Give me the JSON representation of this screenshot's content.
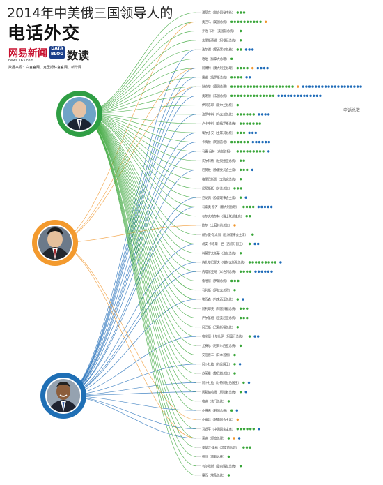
{
  "title": {
    "top": "2014年中美俄三国领导人的",
    "main": "电话外交"
  },
  "branding": {
    "logo": "网易新闻",
    "url": "news.163.com",
    "source": "数据来源：白宫官网、克里姆林宫官网、新华网",
    "badge_line1": "DATA",
    "badge_line2": "BLOG",
    "label": "数读"
  },
  "legend": {
    "label": "电话总数"
  },
  "colors": {
    "putin": "#3aa63a",
    "xi": "#f0962d",
    "obama": "#1e6bb8",
    "putin_ring": "#2f9e44",
    "xi_ring": "#f39a2e",
    "obama_ring": "#1f6fb5"
  },
  "callers": [
    {
      "id": "putin",
      "name": "普京",
      "color": "#3aa63a"
    },
    {
      "id": "xi",
      "name": "习近平",
      "color": "#f0962d"
    },
    {
      "id": "obama",
      "name": "奥巴马",
      "color": "#1e6bb8"
    }
  ],
  "leaders": [
    {
      "name": "潘基文（联合国秘书长）",
      "putin": 3,
      "xi": 0,
      "obama": 0
    },
    {
      "name": "奥巴马（美国总统）",
      "putin": 10,
      "xi": 1,
      "obama": 0
    },
    {
      "name": "乔治·布什（美国前总统）",
      "putin": 1,
      "xi": 0,
      "obama": 0
    },
    {
      "name": "克里斯蒂娜（阿根廷总统）",
      "putin": 1,
      "xi": 0,
      "obama": 0
    },
    {
      "name": "法尔谢（塞西塞尔总统）",
      "putin": 2,
      "xi": 0,
      "obama": 3
    },
    {
      "name": "哈珀（加拿大总理）",
      "putin": 1,
      "xi": 0,
      "obama": 0
    },
    {
      "name": "阿博特（澳大利亚总理）",
      "putin": 4,
      "xi": 1,
      "obama": 4
    },
    {
      "name": "雷诺（俄罗斯总统）",
      "putin": 4,
      "xi": 0,
      "obama": 2
    },
    {
      "name": "默克尔（德国总理）",
      "putin": 20,
      "xi": 1,
      "obama": 19
    },
    {
      "name": "奥朗德（法国总统）",
      "putin": 14,
      "xi": 0,
      "obama": 14
    },
    {
      "name": "伊贝东耶（爱尔兰总统）",
      "putin": 1,
      "xi": 0,
      "obama": 0
    },
    {
      "name": "波罗申科（乌克兰总统）",
      "putin": 6,
      "xi": 0,
      "obama": 4
    },
    {
      "name": "卢卡申科（白俄罗斯总统）",
      "putin": 7,
      "xi": 0,
      "obama": 0
    },
    {
      "name": "埃尔多安（土耳其总统）",
      "putin": 3,
      "xi": 0,
      "obama": 3
    },
    {
      "name": "卡梅伦（英国首相）",
      "putin": 6,
      "xi": 0,
      "obama": 6
    },
    {
      "name": "马雷·吕特（荷兰首相）",
      "putin": 9,
      "xi": 0,
      "obama": 1
    },
    {
      "name": "沃尔科特（拉脱维亚总统）",
      "putin": 2,
      "xi": 0,
      "obama": 0
    },
    {
      "name": "巴赞佐（欧盟委员会主席）",
      "putin": 3,
      "xi": 0,
      "obama": 1
    },
    {
      "name": "格里巴斯凯（立陶宛总统）",
      "putin": 1,
      "xi": 0,
      "obama": 0
    },
    {
      "name": "尼尼斯托（芬兰总统）",
      "putin": 3,
      "xi": 0,
      "obama": 0
    },
    {
      "name": "范龙佩（欧盟理事会主席）",
      "putin": 1,
      "xi": 0,
      "obama": 1
    },
    {
      "name": "马泰奥·伦齐（意大利总理）",
      "putin": 4,
      "xi": 0,
      "obama": 5
    },
    {
      "name": "布尔克哈尔特（瑞士联邦主席）",
      "putin": 2,
      "xi": 0,
      "obama": 0
    },
    {
      "name": "欧尔（土耳其前总统）",
      "putin": 0,
      "xi": 1,
      "obama": 0
    },
    {
      "name": "赫尔曼·范龙佩（欧洲理事会主席）",
      "putin": 1,
      "xi": 0,
      "obama": 0
    },
    {
      "name": "胡安·卡洛斯一世（西班牙国王）",
      "putin": 1,
      "xi": 0,
      "obama": 2
    },
    {
      "name": "科莫罗夫斯基（波兰总统）",
      "putin": 1,
      "xi": 0,
      "obama": 0
    },
    {
      "name": "纳扎尔巴耶夫（哈萨克斯坦总统）",
      "putin": 9,
      "xi": 0,
      "obama": 1
    },
    {
      "name": "内塔尼亚胡（以色列总统）",
      "putin": 4,
      "xi": 0,
      "obama": 6
    },
    {
      "name": "鲁哈尼（伊朗总统）",
      "putin": 3,
      "xi": 0,
      "obama": 0
    },
    {
      "name": "马利斯（伊拉克总理）",
      "putin": 1,
      "xi": 0,
      "obama": 0
    },
    {
      "name": "埃西森（乌来西亚总统）",
      "putin": 1,
      "xi": 0,
      "obama": 1
    },
    {
      "name": "阿利耶夫（阿塞拜疆总统）",
      "putin": 3,
      "xi": 0,
      "obama": 0
    },
    {
      "name": "萨尔基相（亚美尼亚总统）",
      "putin": 3,
      "xi": 0,
      "obama": 0
    },
    {
      "name": "阿巴斯（巴勒斯坦总统）",
      "putin": 1,
      "xi": 0,
      "obama": 0
    },
    {
      "name": "哈米德·卡尔扎伊（阿富汗总统）",
      "putin": 1,
      "xi": 0,
      "obama": 2
    },
    {
      "name": "尤赛尔（尼日尔西亚总统）",
      "putin": 1,
      "xi": 0,
      "obama": 0
    },
    {
      "name": "安倍晋三（日本首相）",
      "putin": 1,
      "xi": 0,
      "obama": 0
    },
    {
      "name": "阿卜杜拉（约旦国王）",
      "putin": 1,
      "xi": 0,
      "obama": 1
    },
    {
      "name": "苏莱曼（黎巴嫩总统）",
      "putin": 1,
      "xi": 0,
      "obama": 0
    },
    {
      "name": "阿卜杜拉（沙特阿拉伯国王）",
      "putin": 1,
      "xi": 0,
      "obama": 1
    },
    {
      "name": "阿勒纳哈扬（阿联酋总统）",
      "putin": 1,
      "xi": 0,
      "obama": 1
    },
    {
      "name": "哈迪（也门总统）",
      "putin": 1,
      "xi": 0,
      "obama": 0
    },
    {
      "name": "朴槿惠（韩国总统）",
      "putin": 1,
      "xi": 0,
      "obama": 1
    },
    {
      "name": "朴富珍（越南国会主席）",
      "putin": 0,
      "xi": 1,
      "obama": 0
    },
    {
      "name": "习近平（中国国家主席）",
      "putin": 6,
      "xi": 0,
      "obama": 1
    },
    {
      "name": "莫迪（印度总理）",
      "putin": 1,
      "xi": 1,
      "obama": 1
    },
    {
      "name": "曼莫汉·辛格（印度前总理）",
      "putin": 3,
      "xi": 0,
      "obama": 0
    },
    {
      "name": "祖马（南非总统）",
      "putin": 1,
      "xi": 0,
      "obama": 0
    },
    {
      "name": "乌尔塔斯（委内瑞拉总统）",
      "putin": 1,
      "xi": 0,
      "obama": 0
    },
    {
      "name": "塞西（埃及总统）",
      "putin": 1,
      "xi": 0,
      "obama": 0
    }
  ]
}
